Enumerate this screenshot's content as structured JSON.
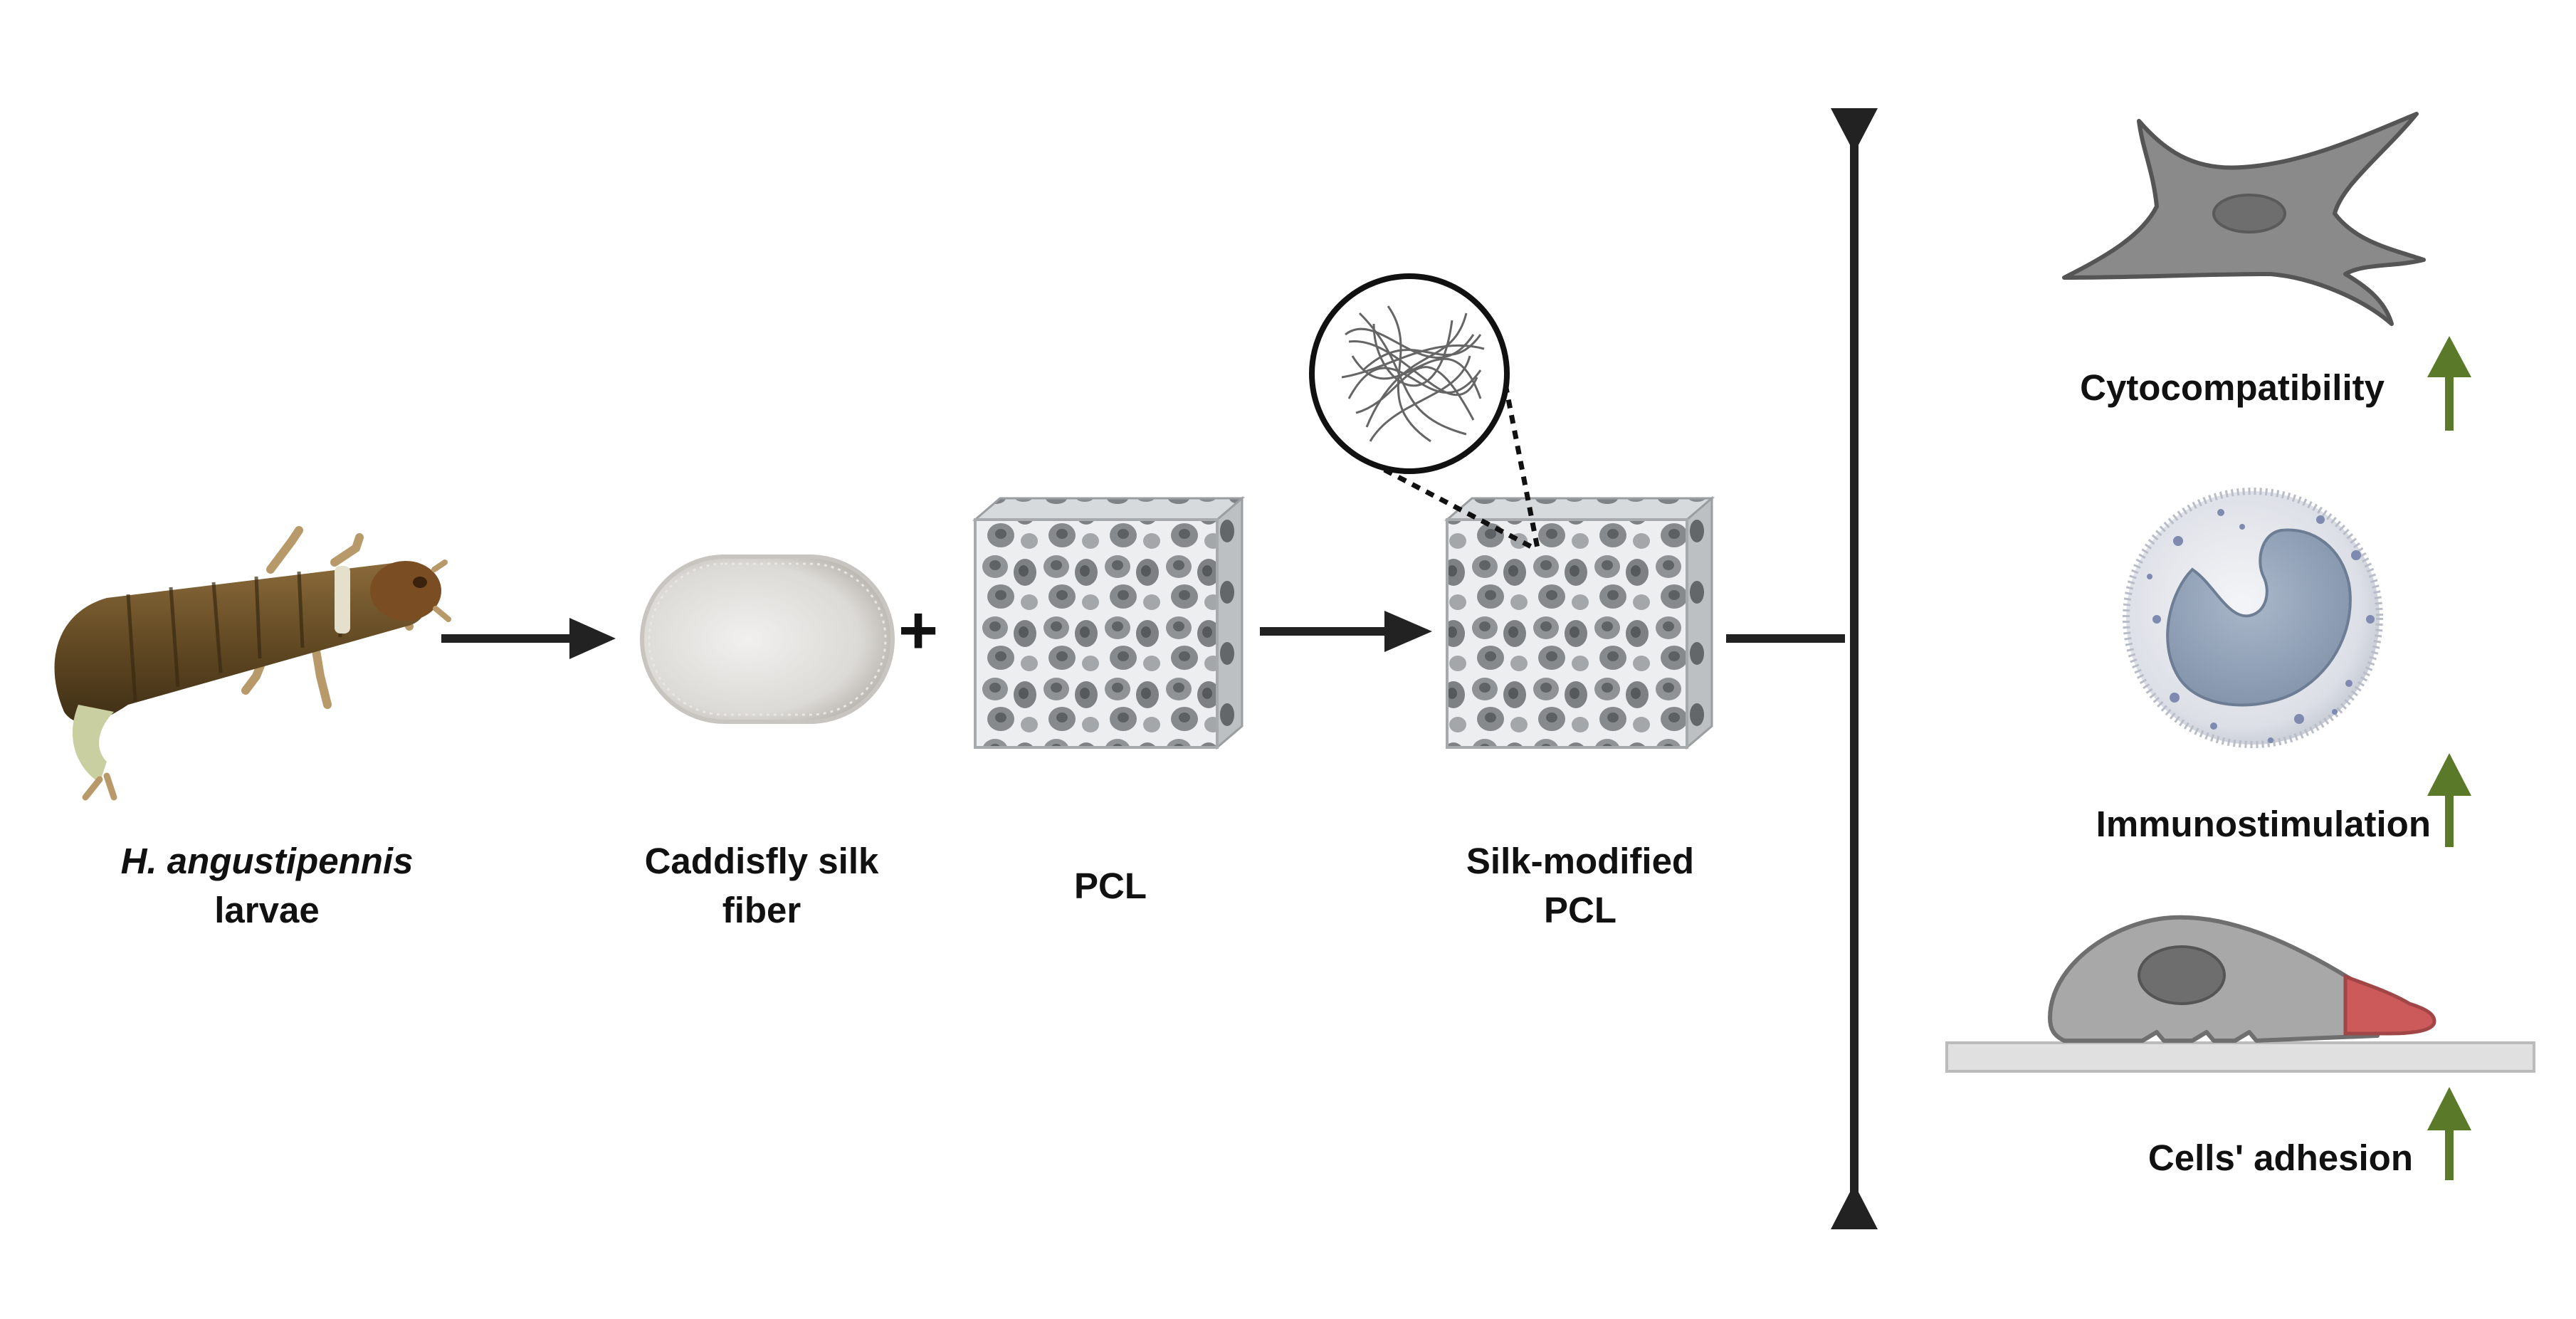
{
  "stages": {
    "larvae": {
      "name": "H. angustipennis",
      "suffix": "larvae"
    },
    "silk": {
      "line1": "Caddisfly silk",
      "line2": "fiber"
    },
    "pcl": {
      "label": "PCL"
    },
    "modified": {
      "line1": "Silk-modified",
      "line2": "PCL"
    }
  },
  "operator": "+",
  "outcomes": [
    {
      "label": "Cytocompatibility",
      "trend": "up"
    },
    {
      "label": "Immunostimulation",
      "trend": "up"
    },
    {
      "label": "Cells' adhesion",
      "trend": "up"
    }
  ],
  "colors": {
    "arrow": "#222222",
    "trend_arrow": "#5a7a2a",
    "cell_gray": "#8a8a8a",
    "nucleus_blue": "#8e9fb6",
    "adhesion_tip": "#cc5a5a",
    "foam": "#b8bcc0"
  }
}
